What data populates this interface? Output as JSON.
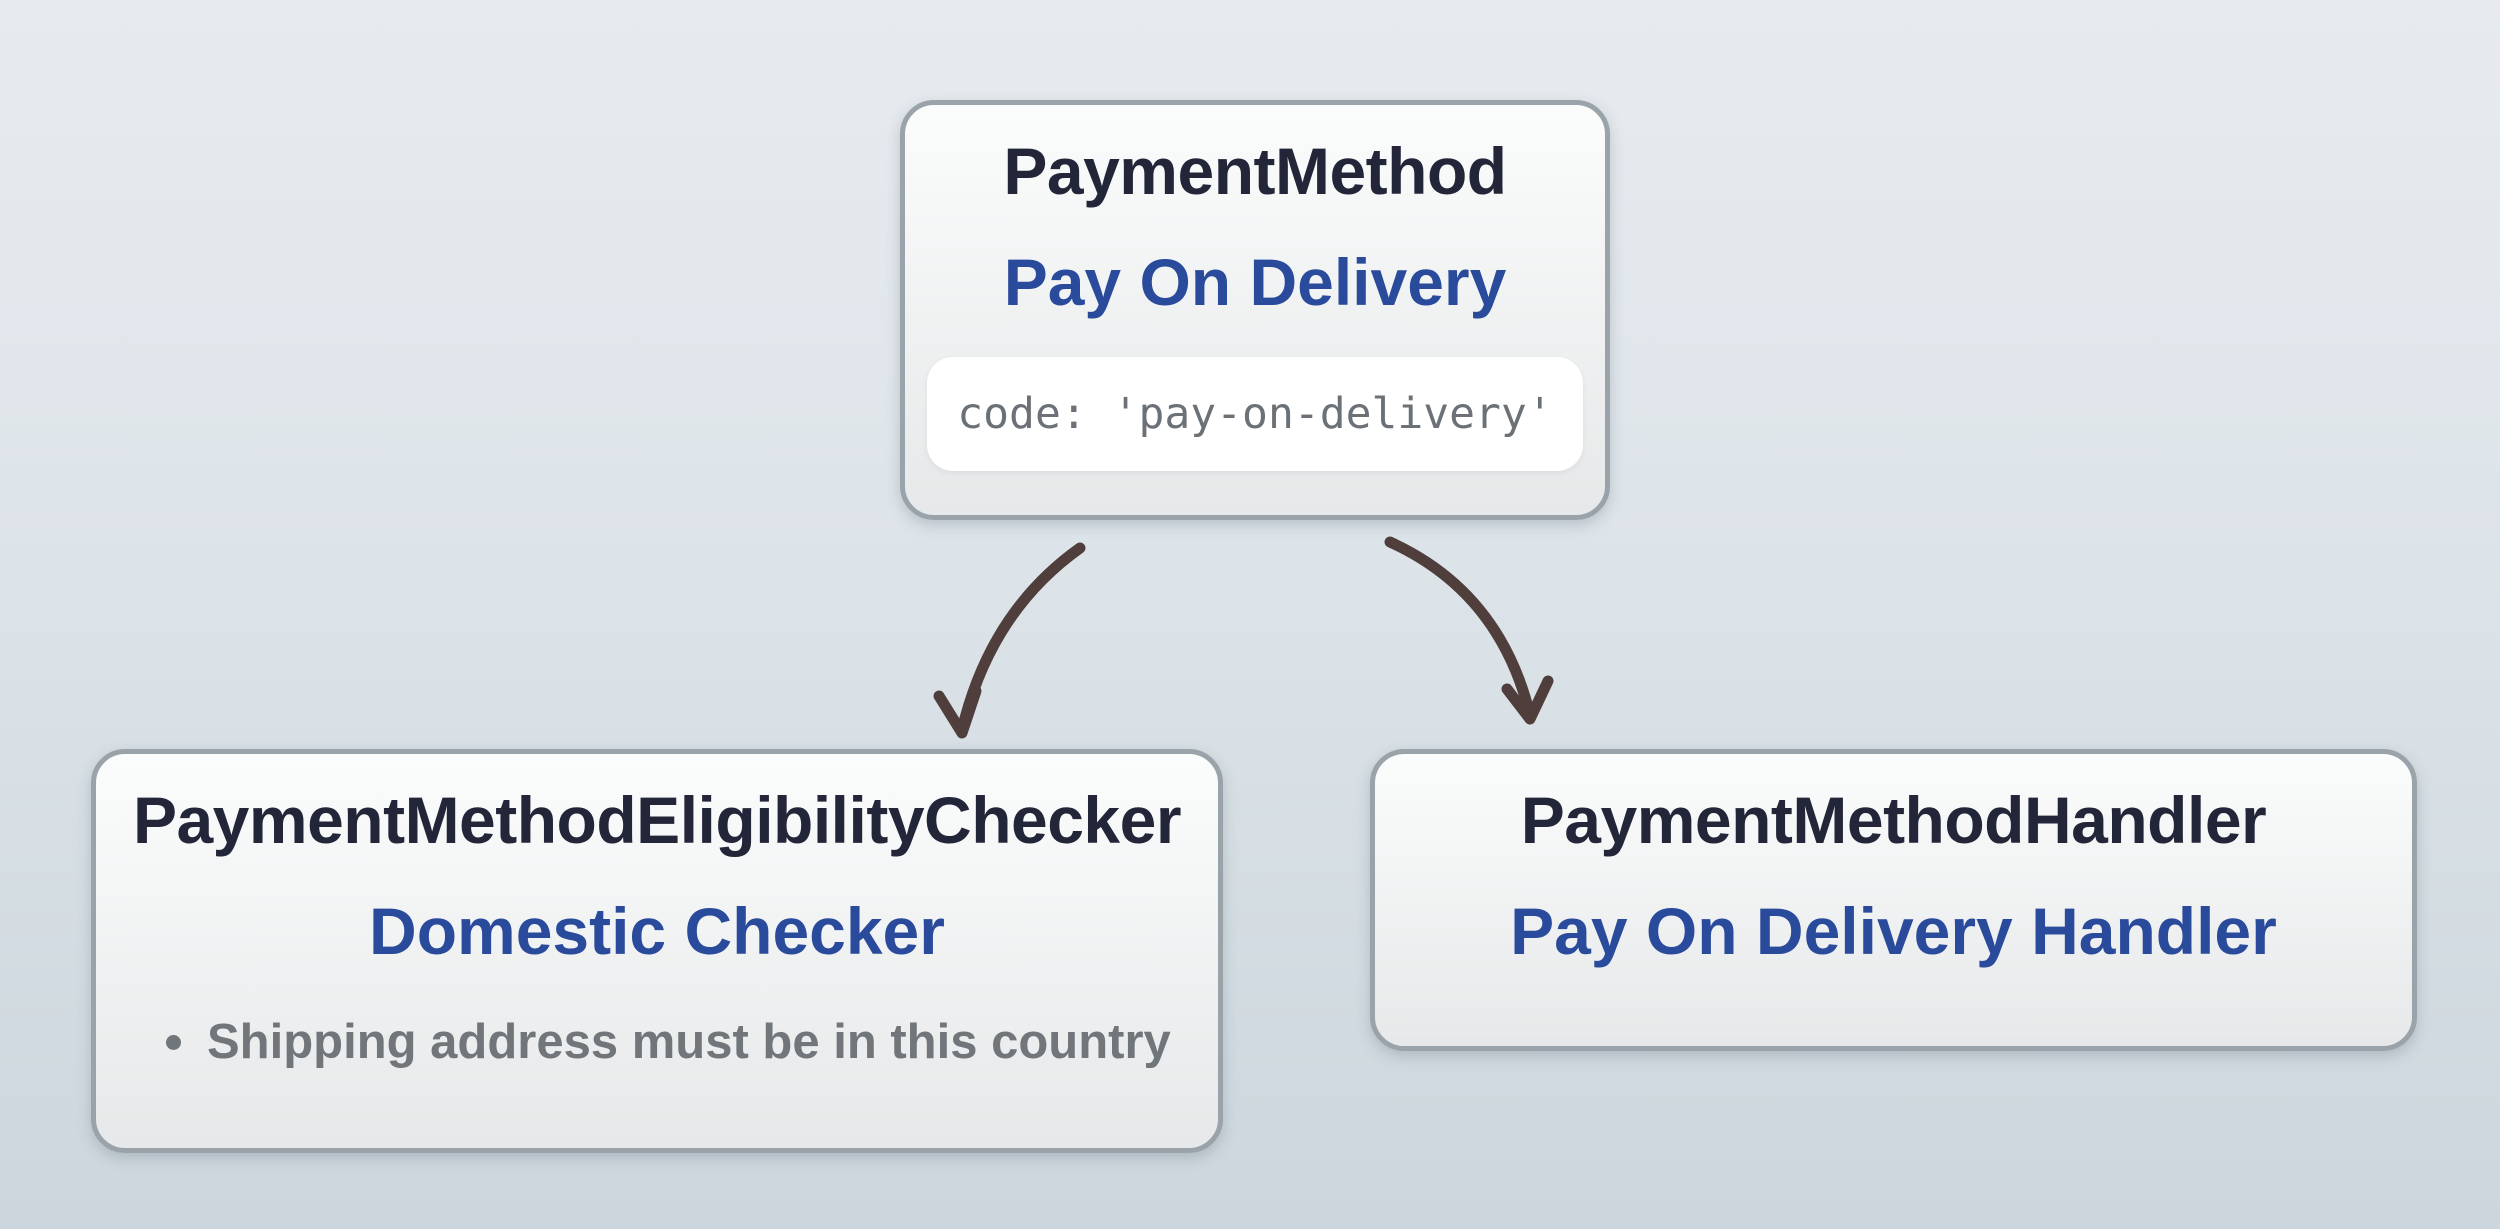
{
  "nodes": {
    "payment_method": {
      "title": "PaymentMethod",
      "subtitle": "Pay On Delivery",
      "code": "code: 'pay-on-delivery'"
    },
    "eligibility_checker": {
      "title": "PaymentMethodEligibilityChecker",
      "subtitle": "Domestic Checker",
      "rules": [
        "Shipping address must be in this country"
      ]
    },
    "handler": {
      "title": "PaymentMethodHandler",
      "subtitle": "Pay On Delivery Handler"
    }
  },
  "colors": {
    "title_text": "#232639",
    "subtitle_text": "#2a4a9b",
    "rule_text": "#71767b",
    "code_text": "#6b7176",
    "arrow": "#4f3e3c",
    "node_border": "#9aa3a9",
    "node_bg_top": "#fbfcfc",
    "node_bg_bottom": "#e6e8e9",
    "page_bg_top": "#e7ebef",
    "page_bg_bottom": "#ccd6dc",
    "code_pill_bg": "#ffffff"
  }
}
